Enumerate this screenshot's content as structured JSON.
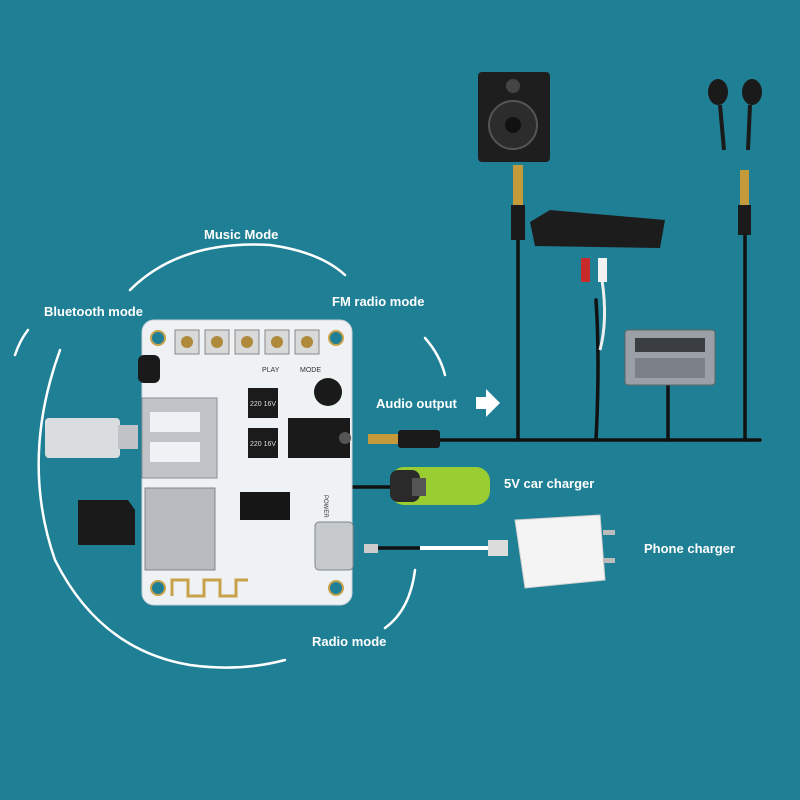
{
  "labels": {
    "music_mode": "Music Mode",
    "bluetooth_mode": "Bluetooth mode",
    "fm_radio_mode": "FM radio mode",
    "audio_output": "Audio output",
    "car_charger": "5V car charger",
    "phone_charger": "Phone charger",
    "radio_mode": "Radio mode"
  },
  "board_text": {
    "cap1": "220 16V",
    "cap2": "220 16V",
    "button_play": "PLAY",
    "button_mode": "MODE",
    "power": "POWER"
  },
  "colors": {
    "background": "#1f7f95",
    "board": "#eef2f5",
    "cable": "#111111",
    "arc": "#ffffff",
    "charger_accent": "#9acd32"
  },
  "icons": {
    "arrow": "right-arrow-icon",
    "bluetooth": "bluetooth-logo"
  }
}
